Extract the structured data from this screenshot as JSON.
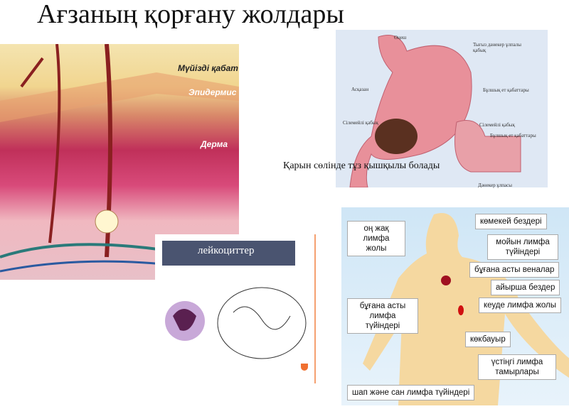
{
  "title": "Ағзаның қорғану жолдары",
  "skin": {
    "labels": [
      "Мүйізді қабат",
      "Эпидермис",
      "Дерма"
    ]
  },
  "stomach": {
    "labels": [
      "Өңеш",
      "Тығыз дәнекер ұлпалы қабық",
      "Асқазан",
      "Бұлшық ет қабаттары",
      "Сілемейлі қабық",
      "Сілемейлі қабық",
      "Бұлшық ет қабаттары",
      "Дәнекер ұлпасы"
    ],
    "caption": "Қарын сөлінде тұз қышқылы болады"
  },
  "leukocytes": {
    "heading": "лейкоциттер"
  },
  "lymph": {
    "labels": [
      "көмекей бездері",
      "оң жақ лимфа жолы",
      "мойын лимфа түйіндері",
      "бұғана асты веналар",
      "айырша бездер",
      "бұғана асты лимфа түйіндері",
      "кеуде лимфа жолы",
      "көкбауыр",
      "үстіңгі лимфа тамырлары",
      "шап және сан лимфа түйіндері"
    ]
  }
}
